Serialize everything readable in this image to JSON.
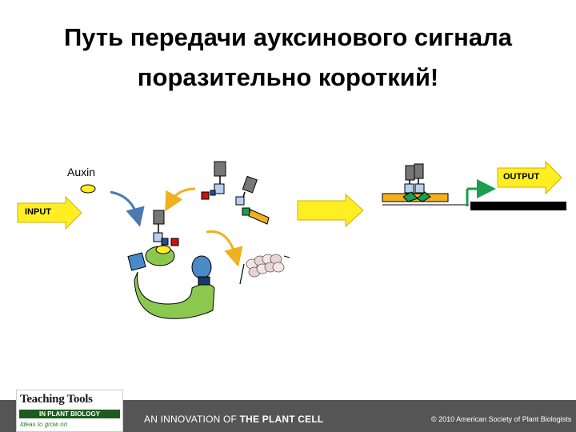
{
  "title": {
    "line1": "Путь передачи ауксинового сигнала",
    "line2": "поразительно короткий!"
  },
  "labels": {
    "input": "INPUT",
    "output": "OUTPUT",
    "auxin": "Auxin"
  },
  "footer": {
    "logo_line1": "Teaching Tools",
    "logo_line2": "IN PLANT BIOLOGY",
    "logo_line3": "Ideas to grow on",
    "innovation_prefix": "AN INNOVATION OF ",
    "innovation_strong": "THE PLANT CELL",
    "copyright": "© 2010 American Society of Plant Biologists"
  },
  "colors": {
    "arrow_yellow": "#ffee22",
    "arrow_orange": "#f0b020",
    "receptor_green": "#8cc850",
    "blue_curve": "#4a7ab0",
    "promoter_green": "#1a9e50"
  }
}
